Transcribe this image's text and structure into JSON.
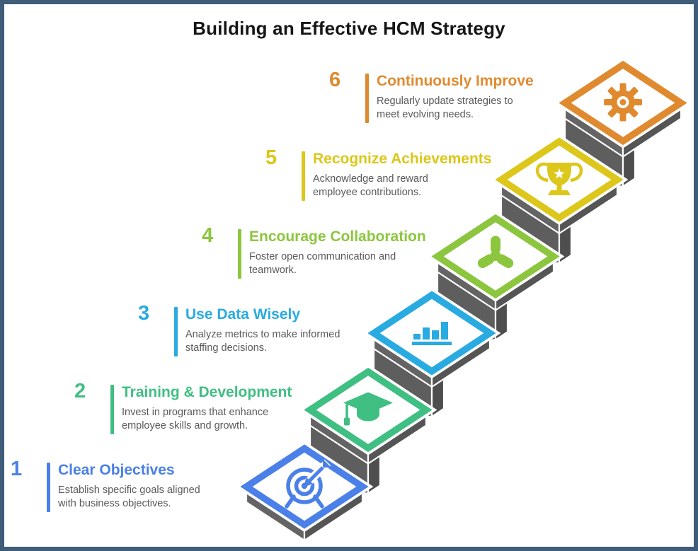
{
  "page": {
    "title": "Building an Effective HCM Strategy",
    "title_color": "#161616",
    "background": "#FFFFFF",
    "border_color": "#3F5C78"
  },
  "stairs": {
    "slab_left_gray": "#646464",
    "slab_right_gray": "#555555",
    "riser_left_gray": "#5E5E5E",
    "riser_right_gray": "#4E4E4E",
    "seam_color": "#FFFFFF",
    "diamond_fill": "#FFFFFF"
  },
  "steps": [
    {
      "number": "1",
      "title": "Clear Objectives",
      "description": "Establish specific goals aligned\nwith business objectives.",
      "color": "#4A80E8",
      "icon": "target-icon"
    },
    {
      "number": "2",
      "title": "Training & Development",
      "description": "Invest in programs that enhance\nemployee skills and growth.",
      "color": "#3FBF82",
      "icon": "graduation-cap-icon"
    },
    {
      "number": "3",
      "title": "Use Data Wisely",
      "description": "Analyze metrics to make informed\nstaffing decisions.",
      "color": "#29ABE2",
      "icon": "bar-chart-icon"
    },
    {
      "number": "4",
      "title": "Encourage Collaboration",
      "description": "Foster open communication and\nteamwork.",
      "color": "#8CC63F",
      "icon": "teamwork-icon"
    },
    {
      "number": "5",
      "title": "Recognize Achievements",
      "description": "Acknowledge and reward\nemployee contributions.",
      "color": "#DCC71A",
      "icon": "trophy-icon"
    },
    {
      "number": "6",
      "title": "Continuously Improve",
      "description": "Regularly update strategies to\nmeet evolving needs.",
      "color": "#E08A2F",
      "icon": "gear-icon"
    }
  ]
}
